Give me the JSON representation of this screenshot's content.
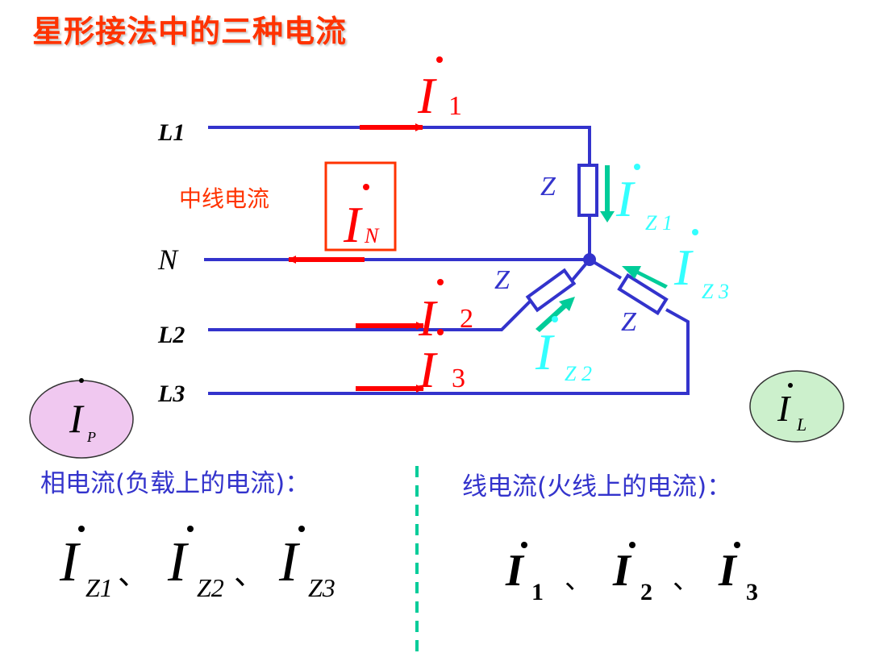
{
  "title": "星形接法中的三种电流",
  "colors": {
    "title": "#ff3300",
    "wire": "#3333cc",
    "line_current": "#ff0000",
    "phase_current": "#33ffff",
    "phase_arrow": "#00cc99",
    "neutral_label": "#ff3300",
    "text_blue": "#3333cc",
    "divider": "#00cc99",
    "bubble_phase": "#f0c8f0",
    "bubble_line": "#ccf0cc"
  },
  "lines": {
    "l1": "L1",
    "n": "N",
    "l2": "L2",
    "l3": "L3"
  },
  "load": {
    "z1": "Z",
    "z2": "Z",
    "z3": "Z"
  },
  "currents": {
    "i1": {
      "symbol": "I",
      "sub": "1"
    },
    "i2": {
      "symbol": "I",
      "sub": "2"
    },
    "i3": {
      "symbol": "I",
      "sub": "3"
    },
    "in": {
      "symbol": "I",
      "sub": "N"
    },
    "iz1": {
      "symbol": "I",
      "sub": "Z 1"
    },
    "iz2": {
      "symbol": "I",
      "sub": "Z 2"
    },
    "iz3": {
      "symbol": "I",
      "sub": "Z 3"
    }
  },
  "neutral_label": "中线电流",
  "bubbles": {
    "phase": {
      "symbol": "I",
      "sub": "P"
    },
    "line": {
      "symbol": "I",
      "sub": "L"
    }
  },
  "bottom": {
    "phase_heading": "相电流(负载上的电流)：",
    "line_heading": "线电流(火线上的电流)：",
    "phase_terms": [
      {
        "symbol": "I",
        "sub": "Z1"
      },
      {
        "symbol": "I",
        "sub": "Z2"
      },
      {
        "symbol": "I",
        "sub": "Z3"
      }
    ],
    "phase_separator": "、",
    "line_terms": [
      {
        "symbol": "I",
        "sub": "1"
      },
      {
        "symbol": "I",
        "sub": "2"
      },
      {
        "symbol": "I",
        "sub": "3"
      }
    ],
    "line_separator": "、"
  }
}
